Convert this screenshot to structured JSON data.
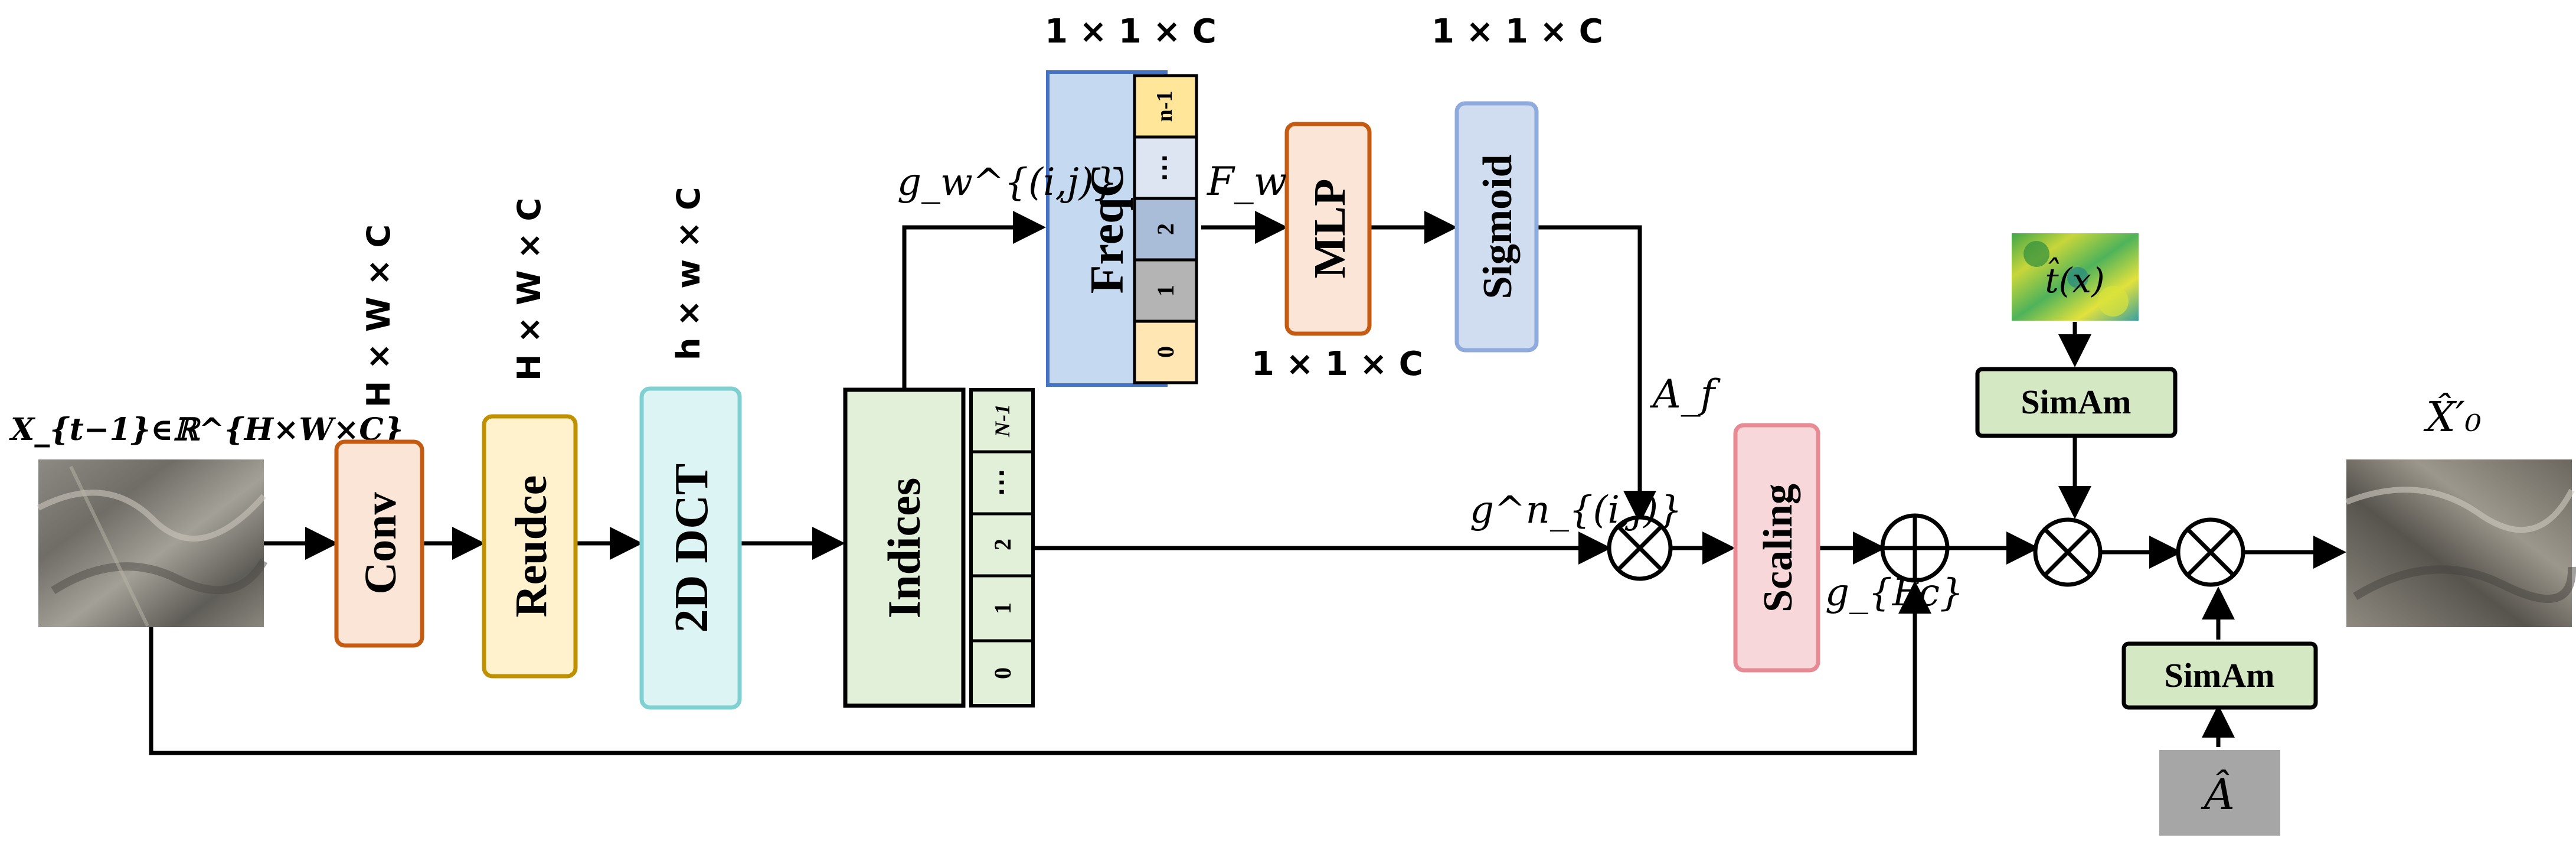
{
  "colors": {
    "conv_fill": "#FBE5D6",
    "conv_stroke": "#C55A11",
    "reduce_fill": "#FFF2CC",
    "reduce_stroke": "#BF9000",
    "dct_fill": "#DDF4F4",
    "dct_stroke": "#7FD0D0",
    "indices_fill": "#E2F0D9",
    "indices_stroke": "#000000",
    "freqc_fill": "#C5D9F1",
    "freqc_stroke": "#4472C4",
    "mlp_fill": "#FBE5D6",
    "mlp_stroke": "#C55A11",
    "sigmoid_fill": "#D0DCF0",
    "sigmoid_stroke": "#8FAADC",
    "scaling_fill": "#F8D7DA",
    "scaling_stroke": "#E88A94",
    "simam_fill": "#D5E8C4",
    "simam_stroke": "#000000",
    "ahat_fill": "#A6A6A6"
  },
  "labels": {
    "input": "X_{t−1}∈ℝ^{H×W×C}",
    "output": "X̂′₀",
    "g_w": "g_w^{(i,j)}",
    "F_w": "F_w",
    "A_f": "A_f",
    "g_n": "g^n_{(i,j)}",
    "g_Fc": "g_{Fc}",
    "t_hat": "t̂(x)",
    "A_hat": "Â"
  },
  "blocks": {
    "conv": "Conv",
    "reduce": "Reudce",
    "dct": "2D DCT",
    "indices": "Indices",
    "freqc": "FreqC",
    "mlp": "MLP",
    "sigmoid": "Sigmoid",
    "scaling": "Scaling",
    "simam_top": "SimAm",
    "simam_bottom": "SimAm"
  },
  "dims": {
    "conv": "H × W × C",
    "reduce": "H × W × C",
    "dct": "h × w × C",
    "freqc": "1 × 1 × C",
    "mlp": "1 × 1 × C",
    "sigmoid": "1 × 1 × C"
  },
  "indices_cells": [
    "0",
    "1",
    "2",
    "⋯",
    "N-1"
  ],
  "freqc_cells": [
    "0",
    "1",
    "2",
    "⋯",
    "n-1"
  ]
}
